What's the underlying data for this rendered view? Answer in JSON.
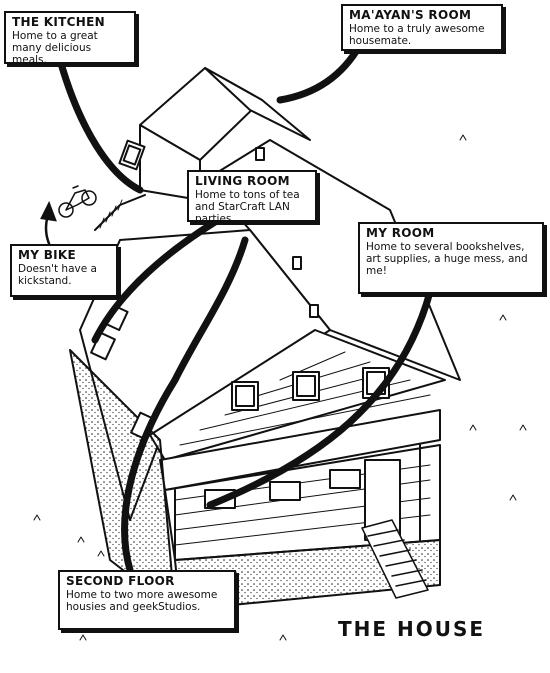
{
  "labels": {
    "kitchen": {
      "title": "THE KITCHEN",
      "desc": "Home to a great many delicious meals."
    },
    "maayan": {
      "title": "MA'AYAN'S ROOM",
      "desc": "Home to a truly awesome housemate."
    },
    "living": {
      "title": "LIVING ROOM",
      "desc": "Home to tons of tea and StarCraft LAN parties."
    },
    "bike": {
      "title": "MY BIKE",
      "desc": "Doesn't have a kickstand."
    },
    "myroom": {
      "title": "MY ROOM",
      "desc": "Home to several bookshelves, art supplies, a huge mess, and me!"
    },
    "second": {
      "title": "SECOND FLOOR",
      "desc": "Home to two more awesome housies and geekStudios."
    }
  },
  "caption": "THE HOUSE"
}
